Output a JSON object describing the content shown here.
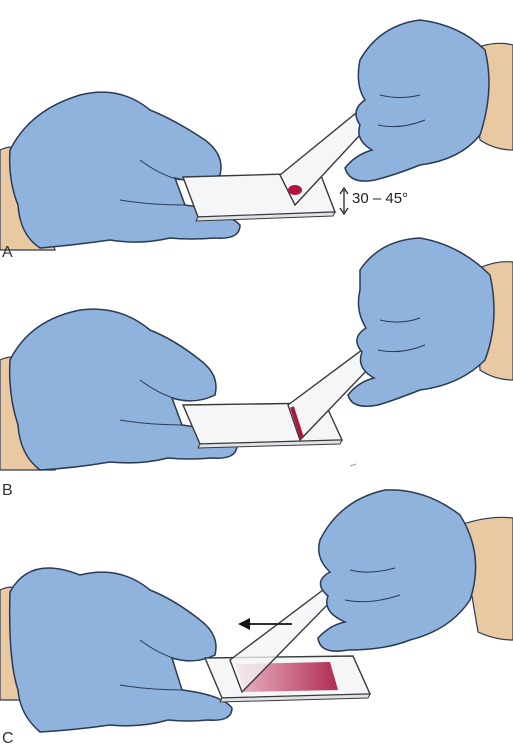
{
  "panels": [
    {
      "label": "A",
      "angle_text": "30 – 45°"
    },
    {
      "label": "B"
    },
    {
      "label": "C"
    }
  ],
  "colors": {
    "glove_fill": "#8fb3dc",
    "glove_outline": "#2a3a55",
    "skin": "#e9c9a2",
    "slide_edge": "#3a3a3a",
    "slide_fill": "#f4f6f8",
    "blood": "#b0143a",
    "smear_dark": "#a81540",
    "smear_light": "#e9aebf"
  }
}
